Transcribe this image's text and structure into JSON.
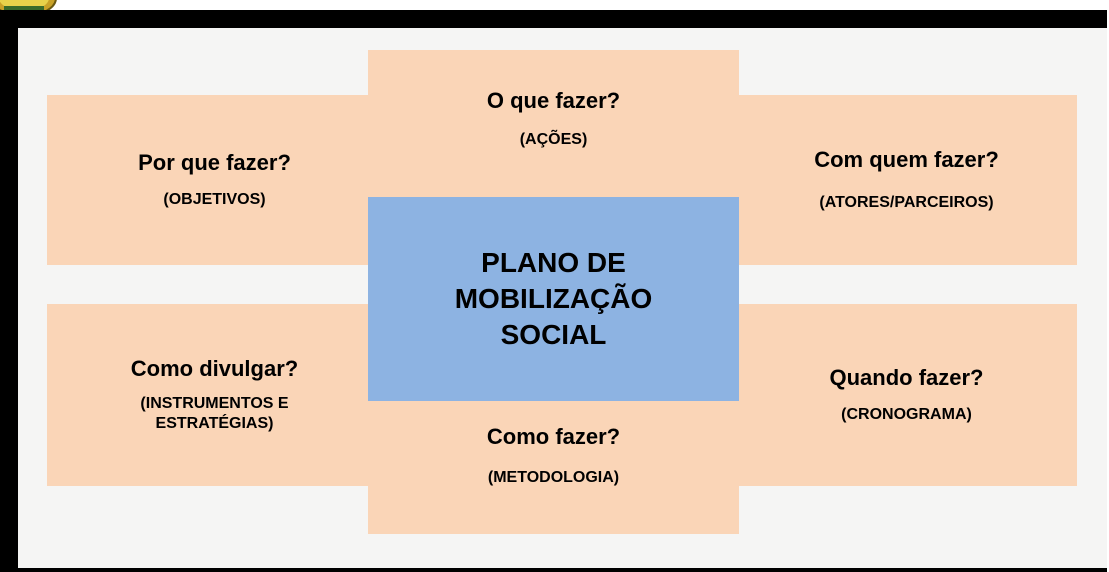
{
  "colors": {
    "frame": "#000000",
    "panel": "#f5f5f4",
    "box_fill": "#fad5b7",
    "center_fill": "#8db3e2",
    "text": "#000000"
  },
  "center": {
    "title": "PLANO DE\nMOBILIZAÇÃO\nSOCIAL"
  },
  "boxes": {
    "top": {
      "question": "O que fazer?",
      "sub": "(AÇÕES)"
    },
    "top_left": {
      "question": "Por que fazer?",
      "sub": "(OBJETIVOS)"
    },
    "top_right": {
      "question": "Com quem fazer?",
      "sub": "(ATORES/PARCEIROS)"
    },
    "bottom_left": {
      "question": "Como divulgar?",
      "sub": "(INSTRUMENTOS E\nESTRATÉGIAS)"
    },
    "bottom_right": {
      "question": "Quando fazer?",
      "sub": "(CRONOGRAMA)"
    },
    "bottom": {
      "question": "Como fazer?",
      "sub": "(METODOLOGIA)"
    }
  },
  "logo": {
    "icon": "seal-logo-icon"
  }
}
